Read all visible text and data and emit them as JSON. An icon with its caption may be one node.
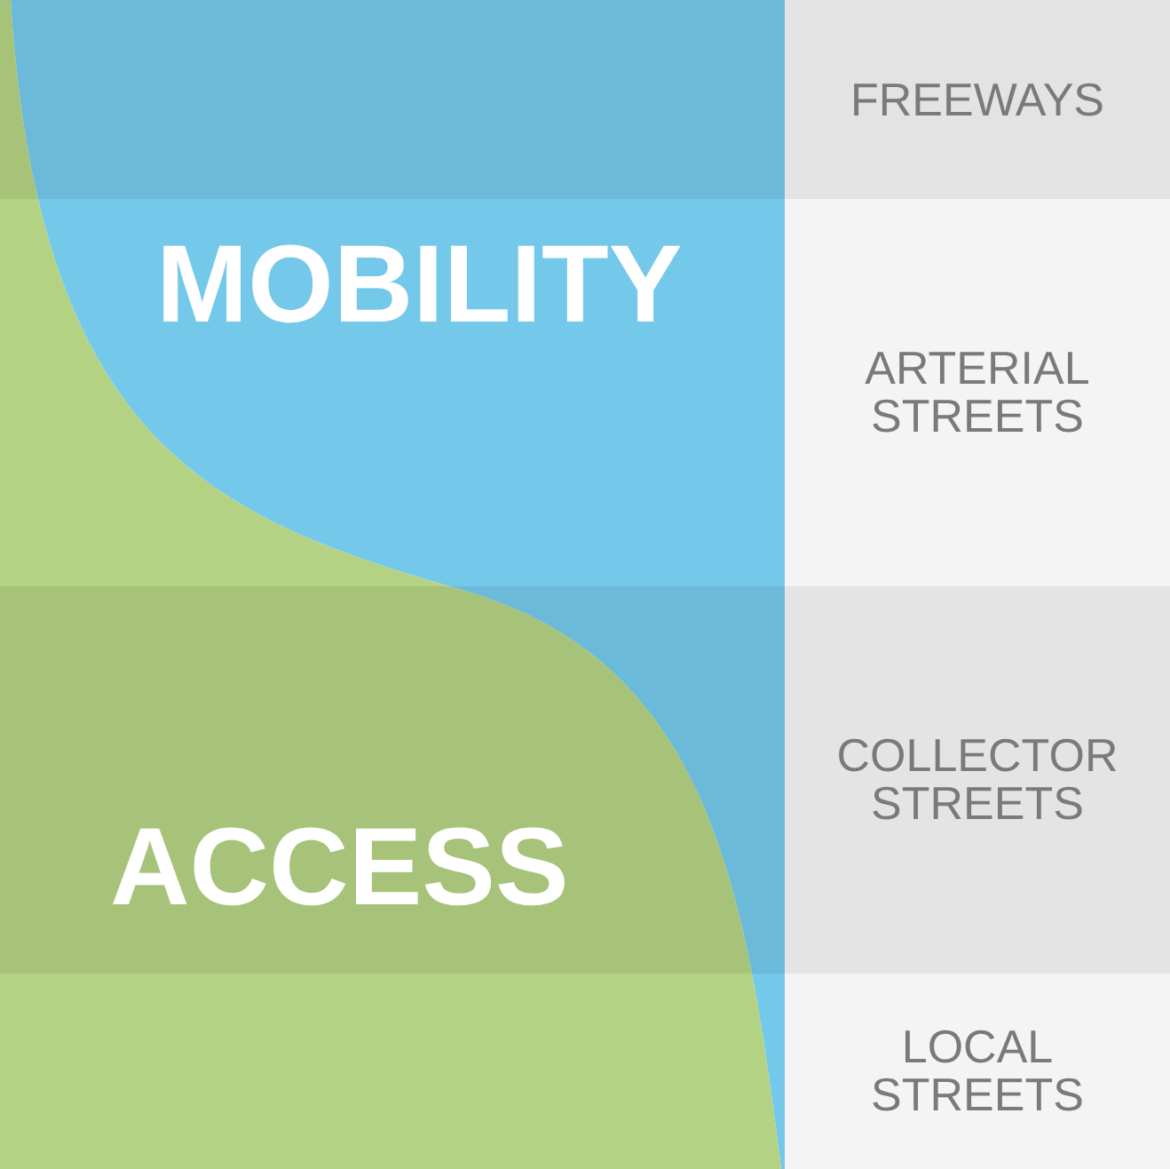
{
  "diagram": {
    "nodes": [
      {
        "text": [
          "MOBILITY"
        ]
      },
      {
        "text": [
          "ACCESS"
        ]
      },
      {
        "text": [
          "FREEWAYS"
        ]
      },
      {
        "text": [
          "ARTERIAL STREETS"
        ]
      },
      {
        "text": [
          "COLLECTOR STREETS"
        ]
      },
      {
        "text": [
          "LOCAL STREETS"
        ]
      }
    ]
  }
}
